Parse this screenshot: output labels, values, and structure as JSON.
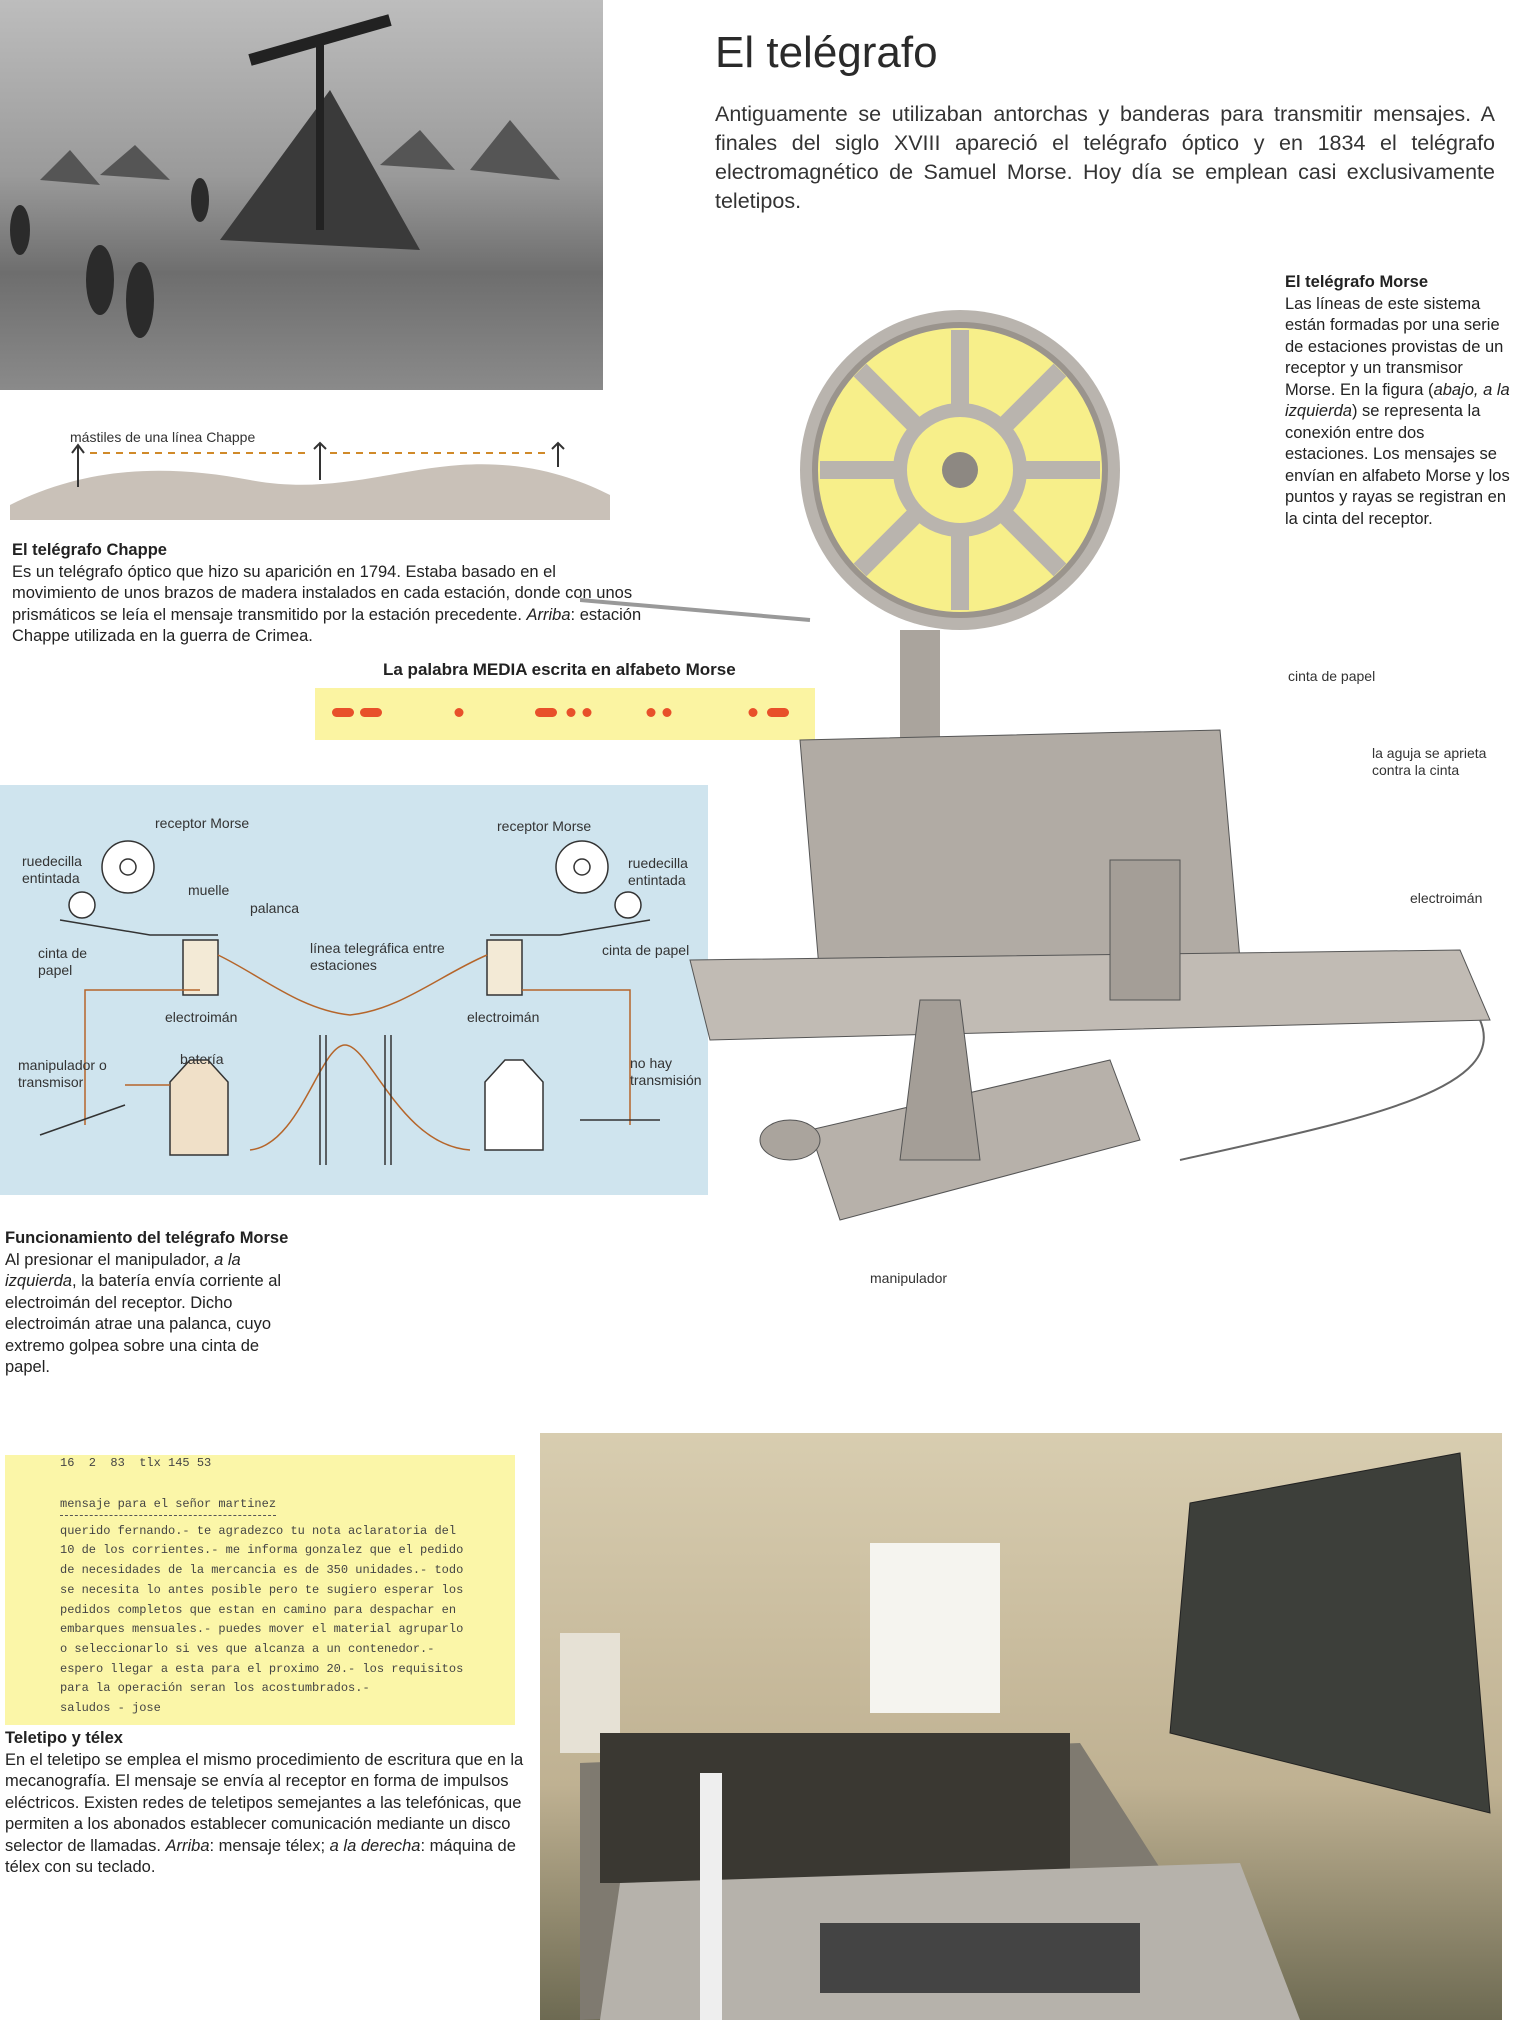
{
  "header": {
    "title": "El telégrafo",
    "intro": "Antiguamente se utilizaban antorchas y banderas para transmitir mensajes. A finales del siglo XVIII apareció el telégrafo óptico y en 1834 el telégrafo electromagnético de Samuel Morse. Hoy día se emplean casi exclusivamente teletipos."
  },
  "chappe": {
    "diagram_label": "mástiles de una línea Chappe",
    "heading": "El telégrafo Chappe",
    "text": "Es un telégrafo óptico que hizo su aparición en 1794. Estaba basado en el movimiento de unos brazos de madera instalados en cada estación, donde con unos prismáticos se leía el mensaje transmitido por la estación precedente.",
    "arriba": "Arriba",
    "arriba_text": ": estación Chappe utilizada en la guerra de Crimea."
  },
  "morse_strip": {
    "heading": "La palabra MEDIA escrita en alfabeto Morse",
    "word": "MEDIA",
    "code": [
      "--",
      ".",
      "-..",
      "..",
      ".-"
    ],
    "color": "#e8502a"
  },
  "diagram": {
    "receptor_left": "receptor Morse",
    "receptor_right": "receptor Morse",
    "ruedecilla_left": "ruedecilla entintada",
    "ruedecilla_right": "ruedecilla entintada",
    "muelle": "muelle",
    "palanca": "palanca",
    "cinta_left": "cinta de papel",
    "cinta_right": "cinta de papel",
    "linea": "línea telegráfica entre estaciones",
    "electroiman_left": "electroimán",
    "electroiman_right": "electroimán",
    "manipulador": "manipulador o transmisor",
    "bateria": "batería",
    "no_hay": "no hay transmisión"
  },
  "morse_machine": {
    "heading": "El telégrafo Morse",
    "text_a": "Las líneas de este sistema están formadas por una serie de estaciones provistas de un receptor y un transmisor Morse. En la figura (",
    "italic": "abajo, a la izquierda",
    "text_b": ") se representa la conexión entre dos estaciones. Los mensajes se envían en alfabeto Morse y los puntos y rayas se registran en la cinta del receptor.",
    "label_cinta": "cinta de papel",
    "label_aguja": "la aguja se aprieta contra la cinta",
    "label_electroiman": "electroimán",
    "label_manipulador": "manipulador"
  },
  "funcionamiento": {
    "heading": "Funcionamiento del telégrafo Morse",
    "text_a": "Al presionar el manipulador, ",
    "italic": "a la izquierda",
    "text_b": ", la batería envía corriente al electroimán del receptor. Dicho electroimán atrae una palanca, cuyo extremo golpea sobre una cinta de papel."
  },
  "telex": {
    "header_line": "16  2  83  tlx 145 53",
    "subject": "mensaje para el señor martinez",
    "lines": [
      "querido fernando.- te agradezco tu nota aclaratoria del",
      "10 de los corrientes.- me informa gonzalez que el pedido",
      "de necesidades de la mercancia es de 350 unidades.- todo",
      "se necesita lo antes posible pero te sugiero esperar los",
      "pedidos completos que estan en camino para despachar en",
      "embarques mensuales.- puedes mover el material agruparlo",
      "o seleccionarlo si ves que alcanza a un contenedor.-",
      "espero llegar a esta para el proximo 20.- los requisitos",
      "para la operación seran los acostumbrados.-",
      "saludos - jose"
    ]
  },
  "teletipo": {
    "heading": "Teletipo y télex",
    "text_a": "En el teletipo se emplea el mismo procedimiento de escritura que en la mecanografía. El mensaje se envía al receptor en forma de impulsos eléctricos. Existen redes de teletipos semejantes a las telefónicas, que permiten a los abonados establecer comunicación mediante un disco selector de llamadas. ",
    "arriba": "Arriba",
    "text_b": ": mensaje télex; ",
    "derecha": "a la derecha",
    "text_c": ": máquina de télex con su teclado."
  }
}
